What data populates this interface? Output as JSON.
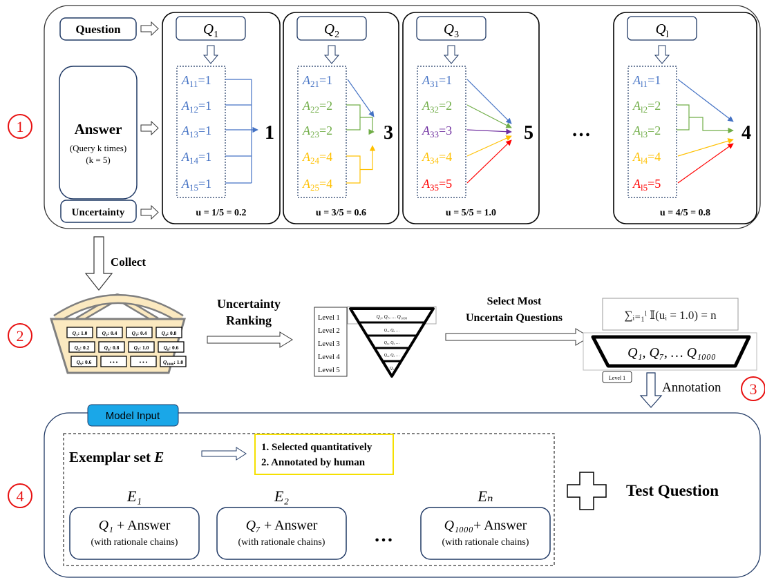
{
  "colors": {
    "blue": "#4472c4",
    "green": "#70ad47",
    "yellow": "#ffc000",
    "purple": "#7030a0",
    "red": "#ff0000",
    "step_red": "#e81010",
    "basket": "#fbe9c0",
    "model_input_bg": "#1aa7e8"
  },
  "steps": [
    "1",
    "2",
    "3",
    "4"
  ],
  "stage1": {
    "question_label": "Question",
    "answer_label": "Answer",
    "answer_note1": "(Query k times)",
    "answer_note2": "(k = 5)",
    "uncertainty_label": "Uncertainty",
    "ellipsis": "…",
    "columns": [
      {
        "q_base": "Q",
        "q_sub": "1",
        "answers": [
          {
            "sub": "11",
            "val": "=1",
            "color": "blue"
          },
          {
            "sub": "12",
            "val": "=1",
            "color": "blue"
          },
          {
            "sub": "13",
            "val": "=1",
            "color": "blue"
          },
          {
            "sub": "14",
            "val": "=1",
            "color": "blue"
          },
          {
            "sub": "15",
            "val": "=1",
            "color": "blue"
          }
        ],
        "result": "1",
        "uncertainty": "u = 1/5 = 0.2"
      },
      {
        "q_base": "Q",
        "q_sub": "2",
        "answers": [
          {
            "sub": "21",
            "val": "=1",
            "color": "blue"
          },
          {
            "sub": "22",
            "val": "=2",
            "color": "green"
          },
          {
            "sub": "23",
            "val": "=2",
            "color": "green"
          },
          {
            "sub": "24",
            "val": "=4",
            "color": "yellow"
          },
          {
            "sub": "25",
            "val": "=4",
            "color": "yellow"
          }
        ],
        "result": "3",
        "uncertainty": "u = 3/5 = 0.6"
      },
      {
        "q_base": "Q",
        "q_sub": "3",
        "answers": [
          {
            "sub": "31",
            "val": "=1",
            "color": "blue"
          },
          {
            "sub": "32",
            "val": "=2",
            "color": "green"
          },
          {
            "sub": "33",
            "val": "=3",
            "color": "purple"
          },
          {
            "sub": "34",
            "val": "=4",
            "color": "yellow"
          },
          {
            "sub": "35",
            "val": "=5",
            "color": "red"
          }
        ],
        "result": "5",
        "uncertainty": "u = 5/5 = 1.0"
      },
      {
        "q_base": "Q",
        "q_sub": "l",
        "answers": [
          {
            "sub": "l1",
            "val": "=1",
            "color": "blue"
          },
          {
            "sub": "l2",
            "val": "=2",
            "color": "green"
          },
          {
            "sub": "l3",
            "val": "=2",
            "color": "green"
          },
          {
            "sub": "l4",
            "val": "=4",
            "color": "yellow"
          },
          {
            "sub": "l5",
            "val": "=5",
            "color": "red"
          }
        ],
        "result": "4",
        "uncertainty": "u = 4/5 = 0.8"
      }
    ]
  },
  "collect_label": "Collect",
  "basket": {
    "cells": [
      {
        "sub": "1",
        "val": ": 1.0"
      },
      {
        "sub": "2",
        "val": ": 0.4"
      },
      {
        "sub": "3",
        "val": ": 0.4"
      },
      {
        "sub": "4",
        "val": ": 0.8"
      },
      {
        "sub": "5",
        "val": ": 0.2"
      },
      {
        "sub": "6",
        "val": ": 0.8"
      },
      {
        "sub": "7",
        "val": ": 1.0"
      },
      {
        "sub": "8",
        "val": ": 0.6"
      },
      {
        "sub": "9",
        "val": ": 0.6"
      },
      {
        "sub": "",
        "val": "• • •"
      },
      {
        "sub": "",
        "val": "• • •"
      },
      {
        "sub": "1000",
        "val": ": 1.0"
      }
    ]
  },
  "ranking": {
    "label1": "Uncertainty",
    "label2": "Ranking",
    "levels": [
      "Level 1",
      "Level 2",
      "Level 3",
      "Level 4",
      "Level 5"
    ],
    "pyramid": [
      "Q₁, Q₇, … Q₁₀₀₀",
      "Q₄, Q₈ …",
      "Q₆, Q₉ …",
      "Q₂, Q₃ …",
      "Q₅"
    ]
  },
  "select": {
    "label1": "Select Most",
    "label2": "Uncertain Questions",
    "formula": "∑ᵢ₌₁ˡ 𝕀(uᵢ = 1.0) = n",
    "selected": "Q₁, Q₇, … Q₁₀₀₀",
    "level_tag": "Level 1"
  },
  "annotation_label": "Annotation",
  "stage4": {
    "tab": "Model Input",
    "exemplar_text": "Exemplar set ",
    "exemplar_var": "E",
    "note1": "1. Selected quantitatively",
    "note2": "2. Annotated by human",
    "exemplars": [
      {
        "title": "E₁",
        "q": "Q₁",
        "rest": " + Answer",
        "note": "(with rationale chains)"
      },
      {
        "title": "E₂",
        "q": "Q₇",
        "rest": " + Answer",
        "note": "(with rationale chains)"
      },
      {
        "title": "Eₙ",
        "q": "Q₁₀₀₀",
        "rest": "+ Answer",
        "note": "(with rationale chains)"
      }
    ],
    "ellipsis": "…",
    "test_question": "Test Question"
  }
}
